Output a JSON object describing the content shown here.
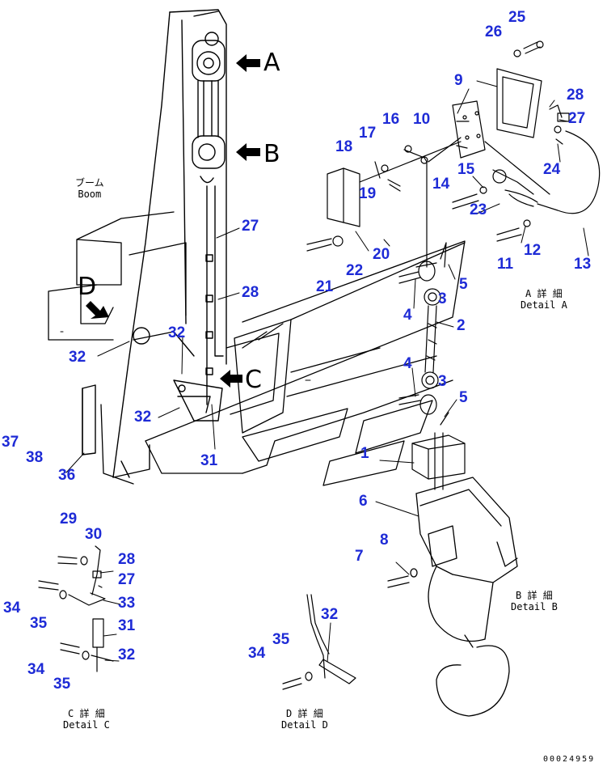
{
  "doc_number": "00024959",
  "view_arrows": {
    "a": "A",
    "b": "B",
    "c": "C",
    "d": "D"
  },
  "labels": {
    "boom_jp": "ブーム",
    "boom_en": "Boom",
    "detail_a_jp": "A 詳 細",
    "detail_a_en": "Detail A",
    "detail_b_jp": "B 詳 細",
    "detail_b_en": "Detail B",
    "detail_c_jp": "C 詳 細",
    "detail_c_en": "Detail C",
    "detail_d_jp": "D 詳 細",
    "detail_d_en": "Detail D"
  },
  "callouts": {
    "n25": "25",
    "n26": "26",
    "n9": "9",
    "n28a": "28",
    "n27a": "27",
    "n10": "10",
    "n16": "16",
    "n17": "17",
    "n18": "18",
    "n15": "15",
    "n14": "14",
    "n24": "24",
    "n19": "19",
    "n23": "23",
    "n11": "11",
    "n12": "12",
    "n13": "13",
    "n21": "21",
    "n22": "22",
    "n20": "20",
    "n5a": "5",
    "n3a": "3",
    "n4a": "4",
    "n2": "2",
    "n4b": "4",
    "n3b": "3",
    "n5b": "5",
    "n1": "1",
    "n6": "6",
    "n8": "8",
    "n7": "7",
    "n27b": "27",
    "n28b": "28",
    "n32a": "32",
    "n32b": "32",
    "n32c": "32",
    "n31a": "31",
    "n37": "37",
    "n38": "38",
    "n36": "36",
    "n29": "29",
    "n30": "30",
    "n28c": "28",
    "n27c": "27",
    "n34a": "34",
    "n33": "33",
    "n35a": "35",
    "n31b": "31",
    "n34b": "34",
    "n32d": "32",
    "n35b": "35",
    "n35c": "35",
    "n32e": "32",
    "n34c": "34"
  }
}
